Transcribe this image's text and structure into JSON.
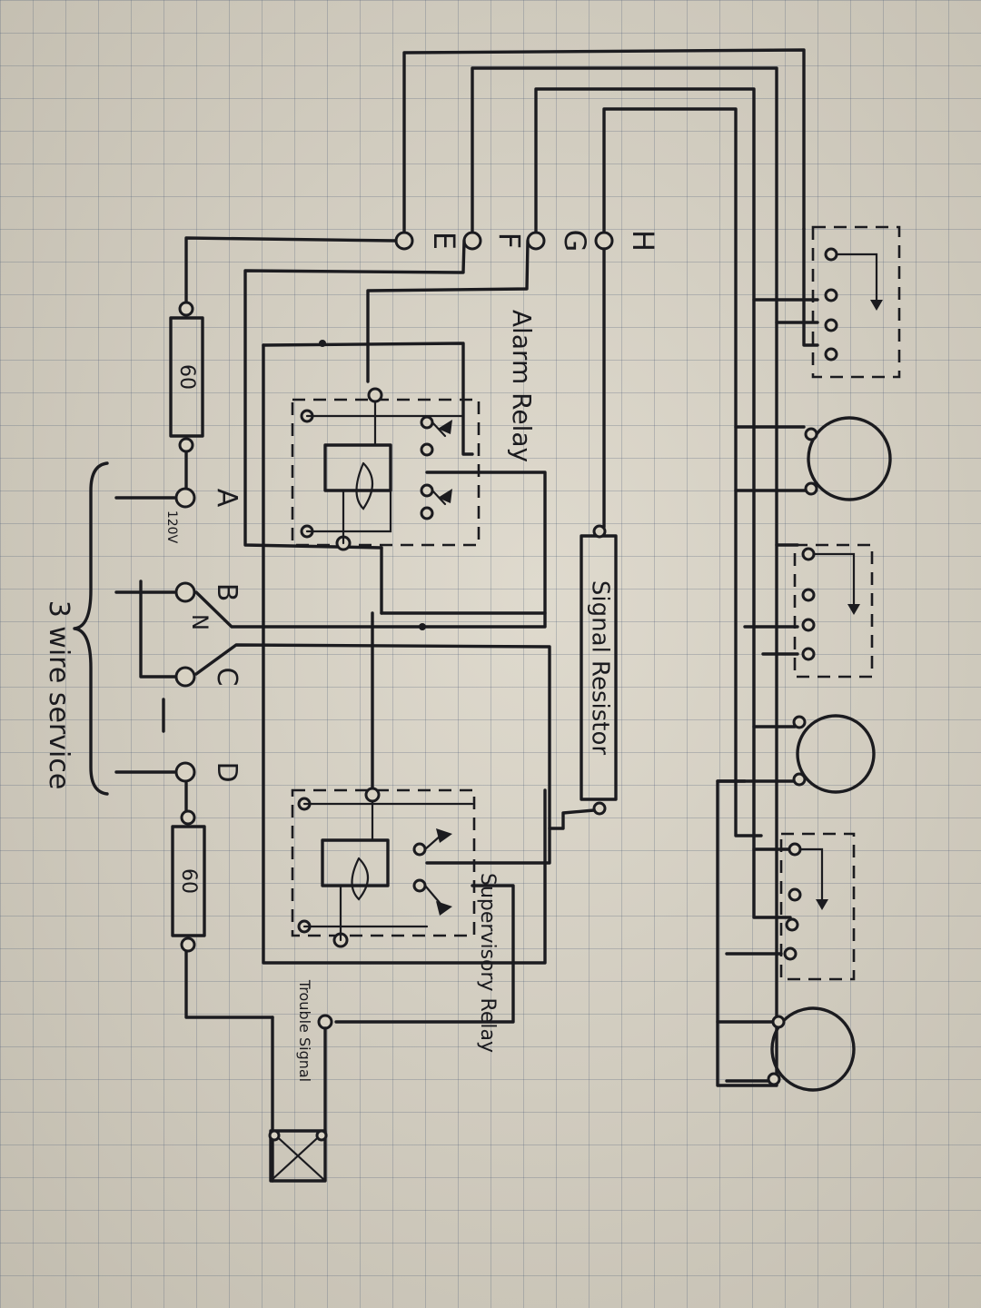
{
  "terminals": {
    "A": "A",
    "B": "B",
    "C": "C",
    "D": "D",
    "E": "E",
    "F": "F",
    "G": "G",
    "H": "H"
  },
  "service": {
    "v120": "120V",
    "n": "N",
    "label": "3 wire service"
  },
  "fuses": {
    "top": "60",
    "bottom": "60"
  },
  "relays": {
    "alarm": "Alarm Relay",
    "supervisory": "Supervisory Relay"
  },
  "resistor": {
    "label": "Signal Resistor"
  },
  "trouble": {
    "label": "Trouble Signal"
  },
  "colors": {
    "paper": "#d8d2c3",
    "grid": "#5f7390",
    "ink": "#1b1b1f"
  }
}
